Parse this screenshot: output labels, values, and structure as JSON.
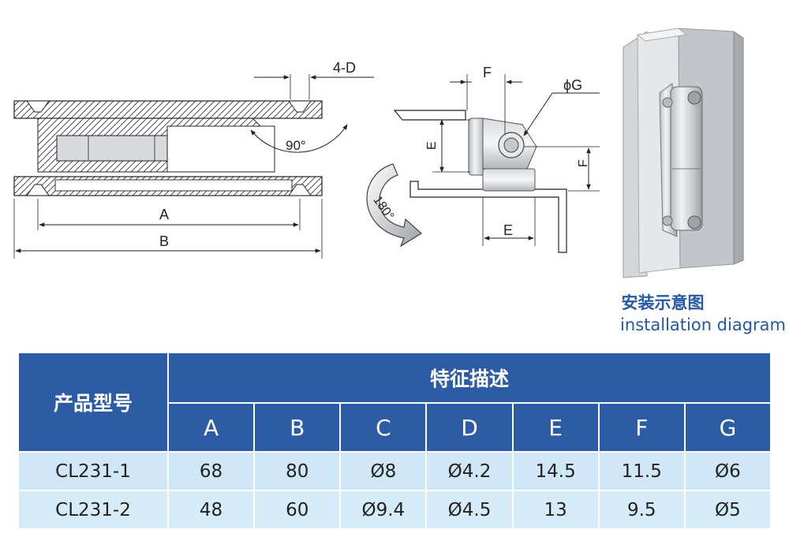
{
  "drawing_labels": {
    "front": {
      "dim_4d": "4-D",
      "angle": "90°",
      "dim_a": "A",
      "dim_b": "B"
    },
    "side": {
      "dim_f_top": "F",
      "dim_g": "ϕG",
      "dim_e_left": "E",
      "dim_f_right": "F",
      "dim_e_bottom": "E",
      "angle": "180°"
    }
  },
  "caption": {
    "cn": "安装示意图",
    "en": "installation diagram"
  },
  "table": {
    "model_header": "产品型号",
    "group_header": "特征描述",
    "columns": [
      "A",
      "B",
      "C",
      "D",
      "E",
      "F",
      "G"
    ],
    "rows": [
      {
        "model": "CL231-1",
        "values": [
          "68",
          "80",
          "Ø8",
          "Ø4.2",
          "14.5",
          "11.5",
          "Ø6"
        ]
      },
      {
        "model": "CL231-2",
        "values": [
          "48",
          "60",
          "Ø9.4",
          "Ø4.5",
          "13",
          "9.5",
          "Ø5"
        ]
      }
    ]
  },
  "colors": {
    "accent": "#2d5ba4",
    "row_bg": "#cfe7f7",
    "caption": "#2557a7"
  }
}
